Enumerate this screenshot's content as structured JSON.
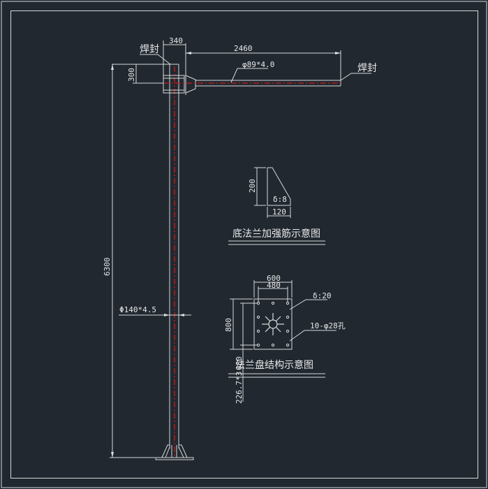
{
  "drawing": {
    "pole_arm": {
      "dim_flange_width": "340",
      "dim_arm_length": "2460",
      "dim_flange_height": "300",
      "arm_pipe_spec": "φ89*4.0",
      "weld_label_left": "焊封",
      "weld_label_right": "焊封",
      "dim_pole_height": "6300",
      "pole_pipe_spec": "Φ140*4.5"
    },
    "rib_detail": {
      "dim_height": "200",
      "dim_width": "120",
      "thickness": "δ:8",
      "title": "底法兰加强筋示意图"
    },
    "flange_detail": {
      "dim_outer_width": "600",
      "dim_hole_spacing_x": "480",
      "dim_outer_height": "800",
      "dim_hole_spacing_y": "680",
      "thickness": "δ:20",
      "holes": "10-φ28孔",
      "title": "法兰盘结构示意图",
      "overlap_dim": "226.7*3"
    }
  },
  "colors": {
    "background": "#212830",
    "lines": "#d8d8d8",
    "centerline": "#b01c1c"
  }
}
